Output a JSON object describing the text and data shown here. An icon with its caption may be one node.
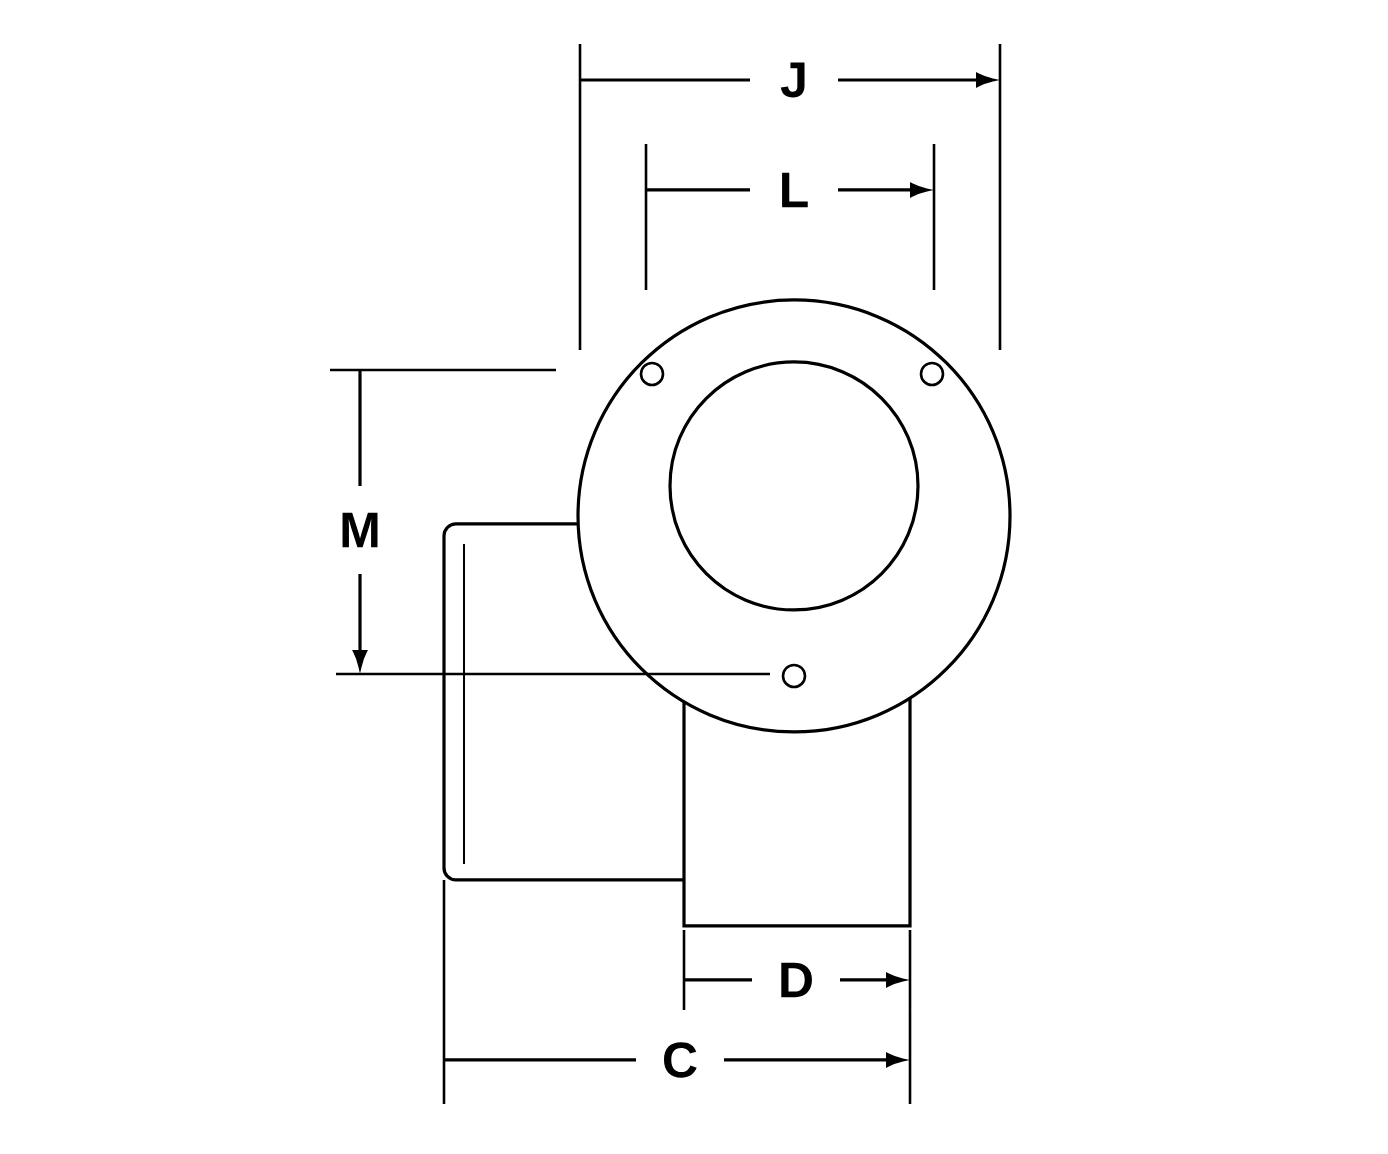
{
  "diagram": {
    "labels": [
      "J",
      "L",
      "M",
      "D",
      "C"
    ]
  }
}
